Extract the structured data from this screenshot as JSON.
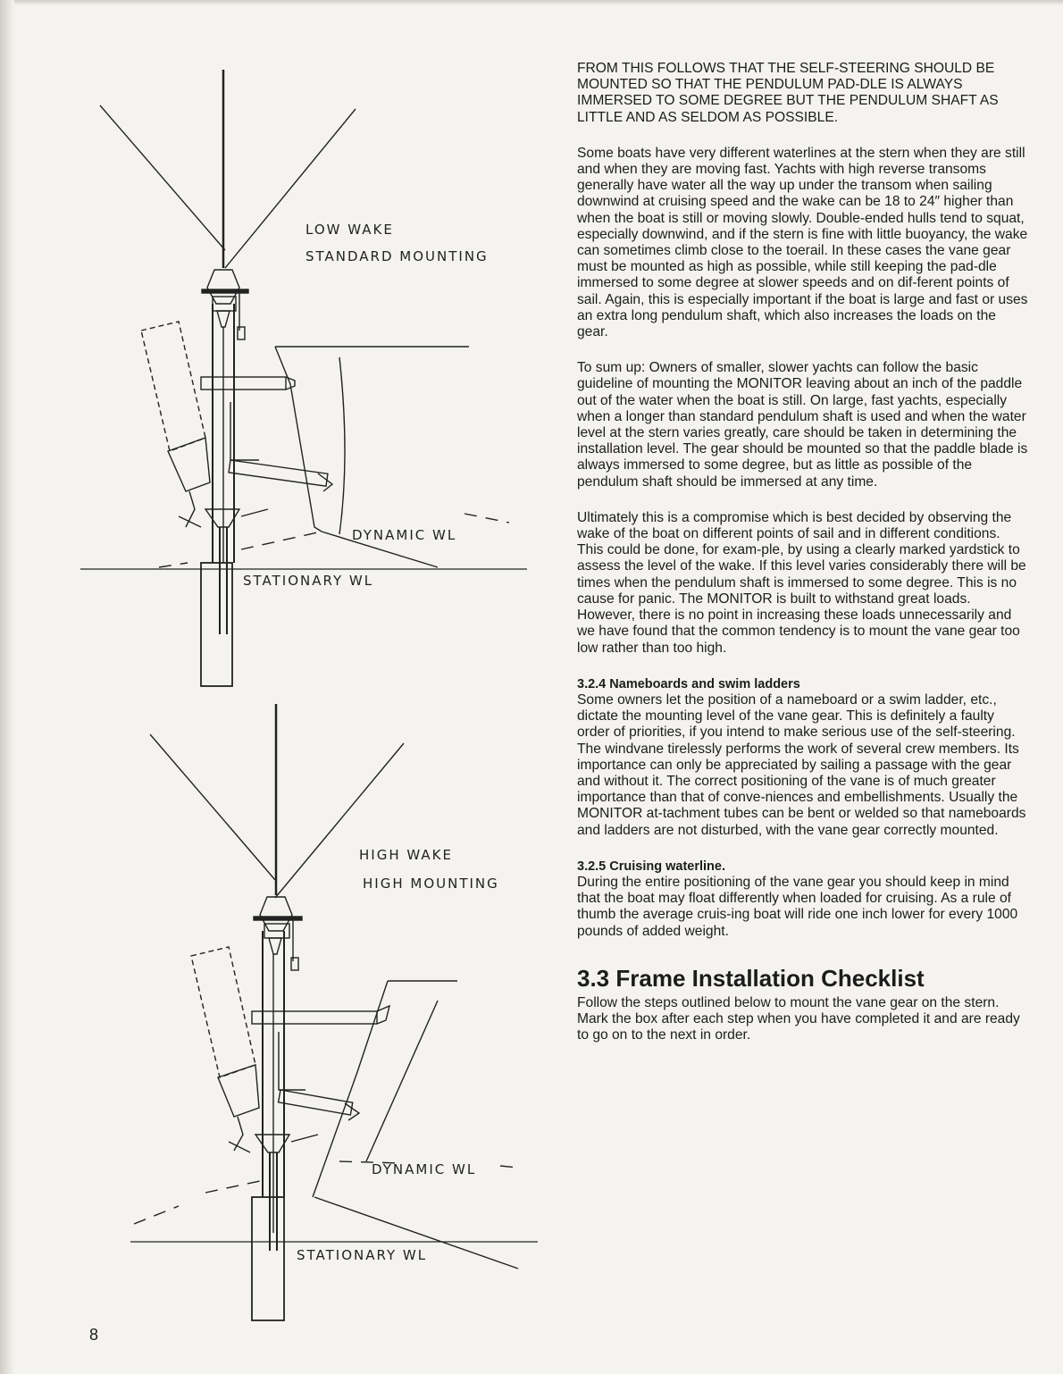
{
  "figures": {
    "top": {
      "label_line1": "LOW WAKE",
      "label_line2": "STANDARD MOUNTING",
      "dynamic_wl": "DYNAMIC WL",
      "stationary_wl": "STATIONARY WL"
    },
    "bottom": {
      "label_line1": "HIGH WAKE",
      "label_line2": "HIGH MOUNTING",
      "dynamic_wl": "DYNAMIC WL",
      "stationary_wl": "STATIONARY WL"
    }
  },
  "text": {
    "intro_caps": "FROM THIS FOLLOWS THAT THE SELF-STEERING SHOULD BE MOUNTED SO THAT THE PENDULUM PAD-DLE IS ALWAYS IMMERSED TO SOME DEGREE BUT THE PENDULUM SHAFT AS LITTLE AND AS SELDOM AS POSSIBLE.",
    "para1": "Some boats have very different waterlines at the stern when they are still and when they are moving fast. Yachts with high reverse transoms generally have water all the way up under the transom when sailing downwind at cruising speed and the wake can be 18 to 24″ higher than when the boat is still or moving slowly. Double-ended hulls tend to squat, especially downwind, and if the stern is fine with little buoyancy, the wake can sometimes climb close to the toerail. In these cases the vane gear must be mounted as high as possible, while still keeping the pad-dle immersed to some degree at slower speeds and on dif-ferent points of sail. Again, this is especially important if the boat is large and fast or uses an extra long pendulum shaft, which also increases the loads on the gear.",
    "para2": "To sum up: Owners of smaller, slower yachts can follow the basic guideline of mounting the MONITOR leaving about an inch of the paddle out of the water when the boat is still. On large, fast yachts, especially when a longer than standard pendulum shaft is used and when the water level at the stern varies greatly, care should be taken in determining the installation level. The gear should be mounted so that the paddle blade is always immersed to some degree, but as little as possible of the pendulum shaft should be immersed at any time.",
    "para3": "Ultimately this is a compromise which is best decided by observing the wake of the boat on different points of sail and in different conditions. This could be done, for exam-ple, by using a clearly marked yardstick to assess the level of the wake. If this level varies considerably there will be times when the pendulum shaft is immersed to some degree. This is no cause for panic. The MONITOR is built to withstand great loads. However, there is no point in increasing these loads unnecessarily and we have found that the common tendency is to mount the vane gear too low rather than too high.",
    "sub1_title": "3.2.4 Nameboards and swim ladders",
    "sub1_body": "Some owners let the position of a nameboard or a swim ladder, etc., dictate the mounting level of the vane gear. This is definitely a faulty order of priorities, if you intend to make serious use of the self-steering. The windvane tirelessly performs the work of several crew members. Its importance can only be appreciated by sailing a passage with the gear and without it. The correct positioning of the vane is of much greater importance than that of conve-niences and embellishments. Usually the MONITOR at-tachment tubes can be bent or welded so that nameboards and ladders are not disturbed, with the vane gear correctly mounted.",
    "sub2_title": "3.2.5 Cruising waterline.",
    "sub2_body": "During the entire positioning of the vane gear you should keep in mind that the boat may float differently when loaded for cruising. As a rule of thumb the average cruis-ing boat will ride one inch lower for every 1000 pounds of added weight.",
    "section_title": "3.3 Frame Installation Checklist",
    "section_body": "Follow the steps outlined below to mount the vane gear on the stern. Mark the box after each step when you have completed it and are ready to go on to the next in order."
  },
  "page_number": "8"
}
